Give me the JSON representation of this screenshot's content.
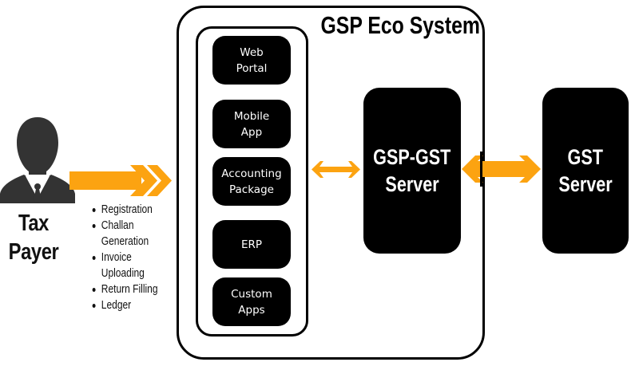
{
  "colors": {
    "accent_orange": "#FCA311",
    "box_fill": "#000000",
    "box_text": "#FFFFFF",
    "person_fill": "#333333",
    "text": "#111111"
  },
  "actor": {
    "icon": "person-icon",
    "label_line1": "Tax",
    "label_line2": "Payer"
  },
  "services": [
    {
      "lines": [
        "Registration"
      ]
    },
    {
      "lines": [
        "Challan",
        "Generation"
      ]
    },
    {
      "lines": [
        "Invoice",
        "Uploading"
      ]
    },
    {
      "lines": [
        "Return Filling"
      ]
    },
    {
      "lines": [
        "Ledger"
      ]
    }
  ],
  "eco_system": {
    "title": "GSP Eco System",
    "clients": [
      {
        "line1": "Web",
        "line2": "Portal"
      },
      {
        "line1": "Mobile",
        "line2": "App"
      },
      {
        "line1": "Accounting",
        "line2": "Package"
      },
      {
        "line1": "ERP",
        "line2": ""
      },
      {
        "line1": "Custom",
        "line2": "Apps"
      }
    ]
  },
  "servers": {
    "gsp_gst": {
      "line1": "GSP-GST",
      "line2": "Server"
    },
    "gst": {
      "line1": "GST",
      "line2": "Server"
    }
  },
  "connectors": [
    {
      "from": "Tax Payer",
      "to": "GSP Eco System clients",
      "type": "forward-arrow"
    },
    {
      "from": "GSP Eco System clients",
      "to": "GSP-GST Server",
      "type": "bidirectional-arrow"
    },
    {
      "from": "GSP-GST Server",
      "to": "GST Server",
      "type": "bidirectional-arrow"
    }
  ]
}
